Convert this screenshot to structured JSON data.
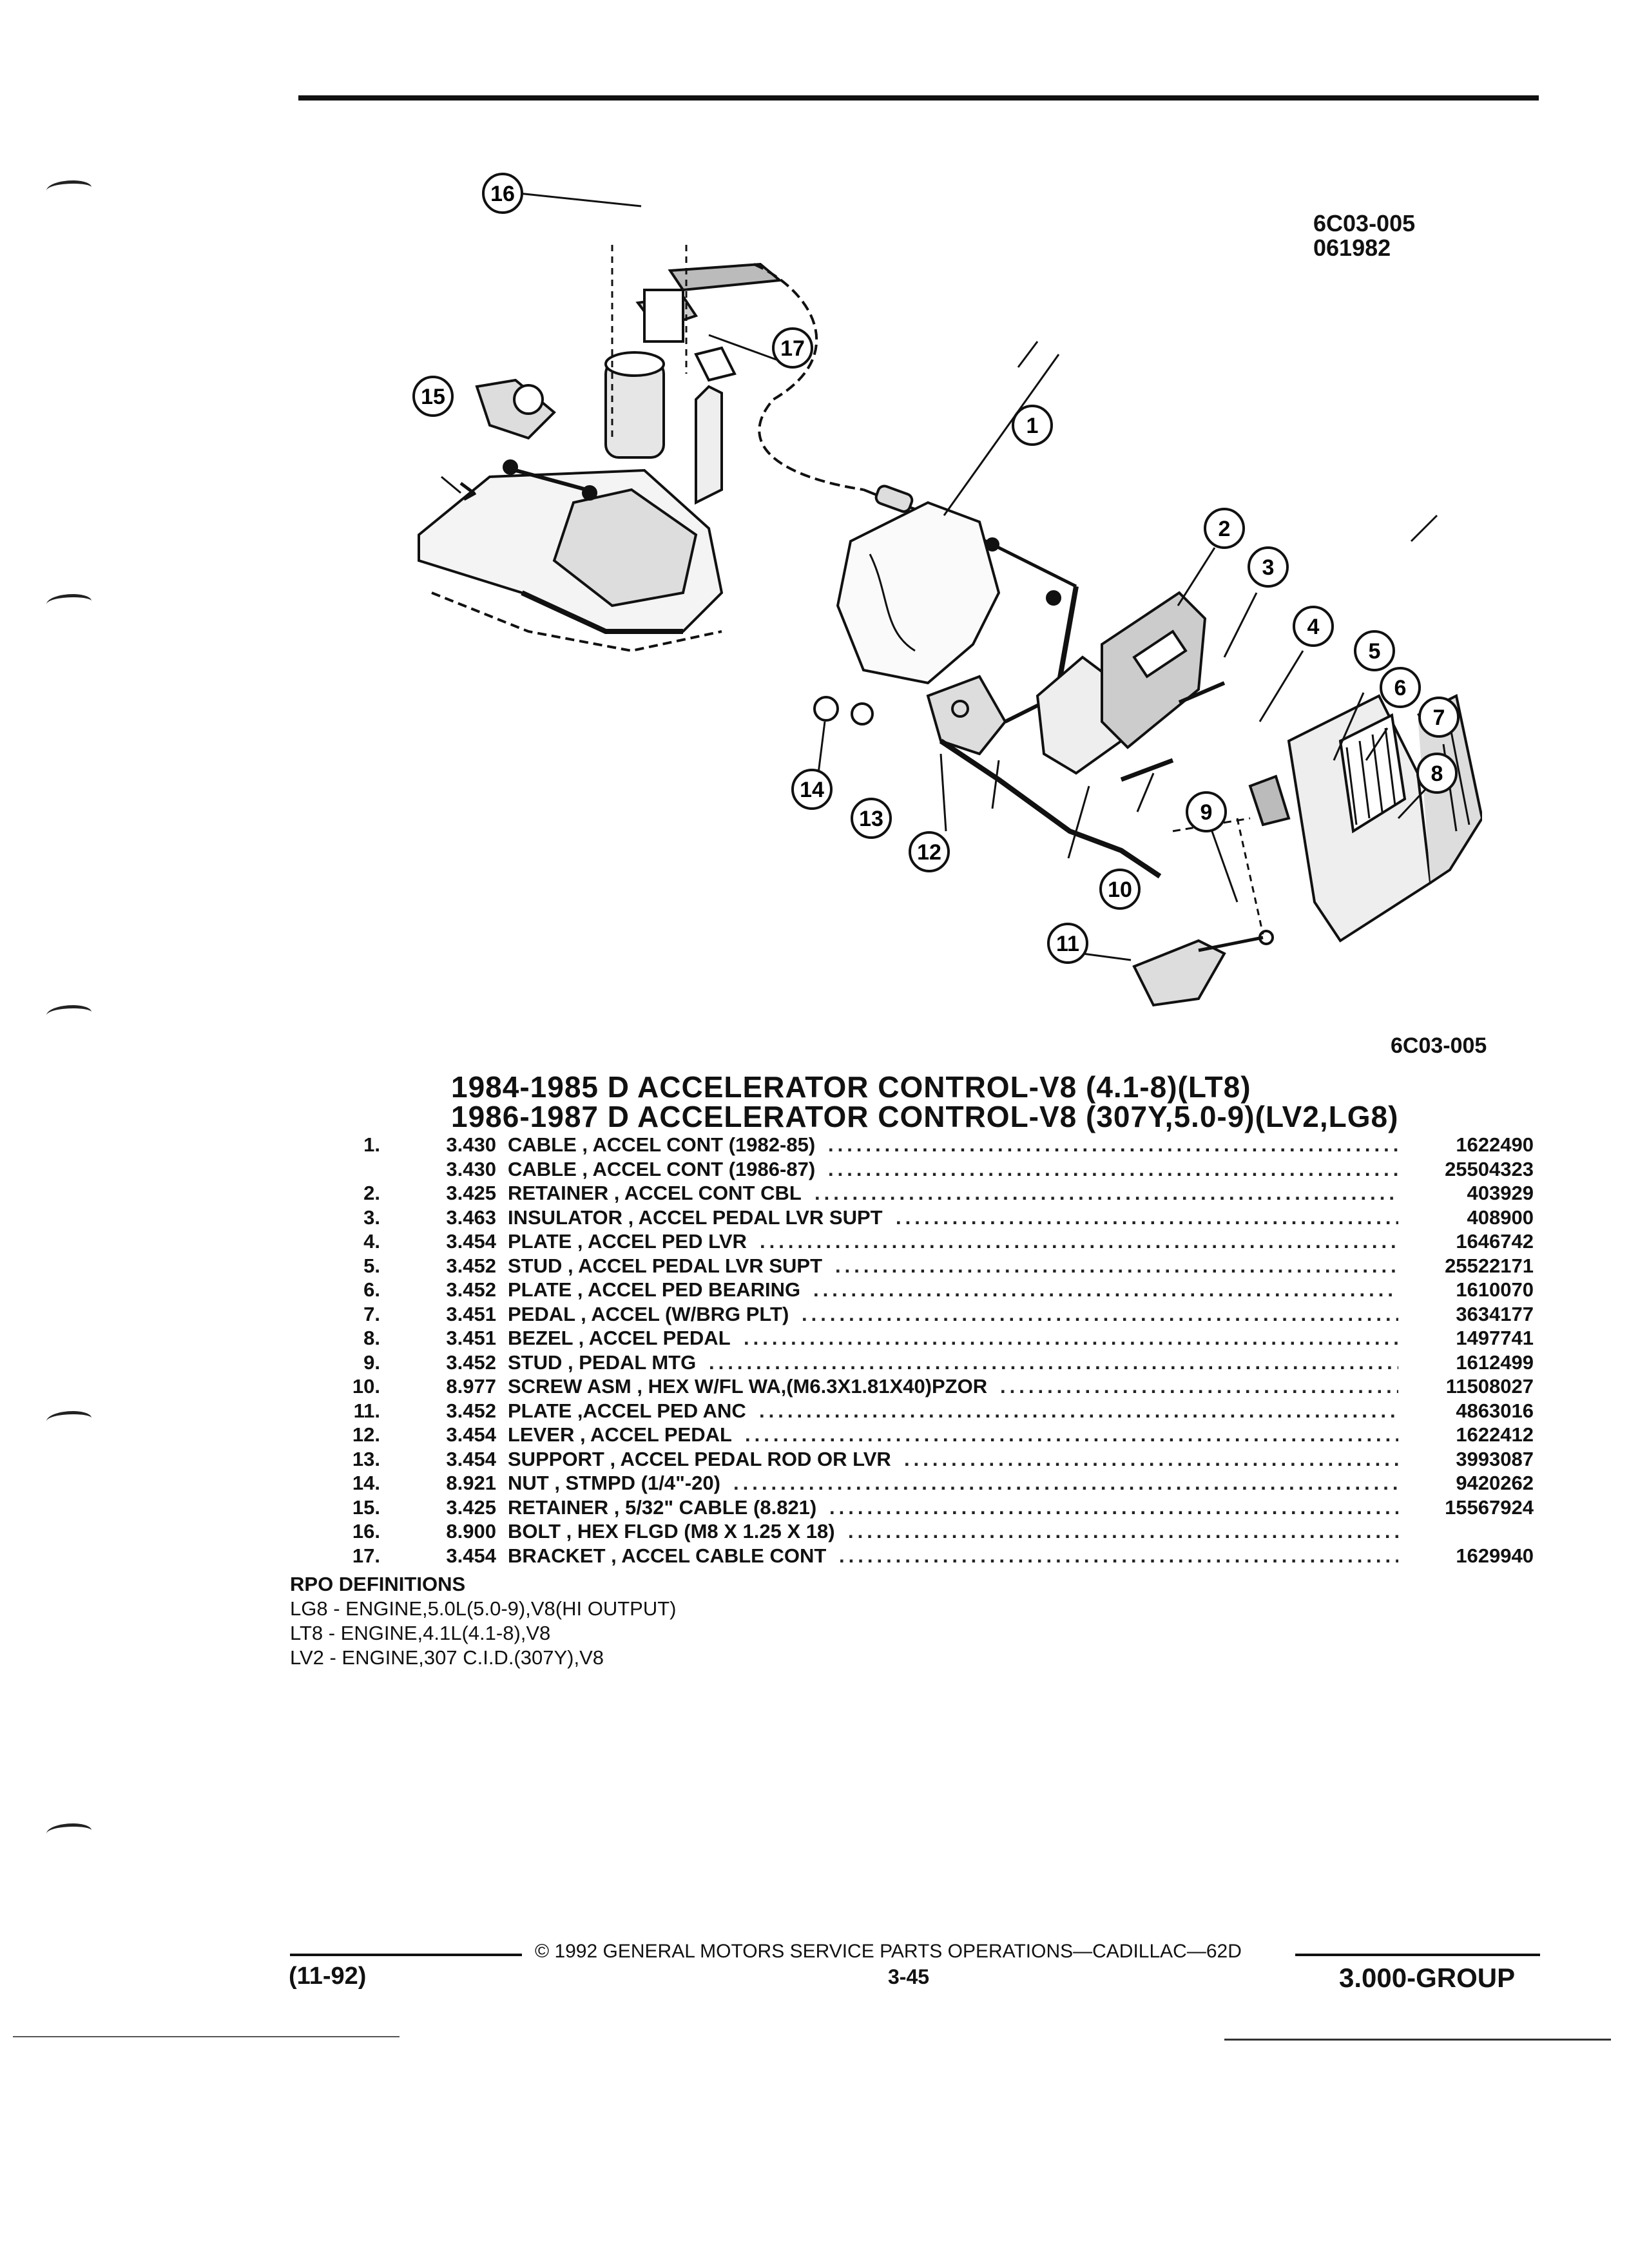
{
  "figure": {
    "code_top": "6C03-005",
    "date_code": "061982",
    "code_bottom": "6C03-005",
    "callouts": [
      "1",
      "2",
      "3",
      "4",
      "5",
      "6",
      "7",
      "8",
      "9",
      "10",
      "11",
      "12",
      "13",
      "14",
      "15",
      "16",
      "17"
    ]
  },
  "titles": [
    "1984-1985 D ACCELERATOR CONTROL-V8 (4.1-8)(LT8)",
    "1986-1987 D ACCELERATOR CONTROL-V8 (307Y,5.0-9)(LV2,LG8)"
  ],
  "parts": [
    {
      "num": "1.",
      "group": "3.430",
      "desc": "CABLE , ACCEL CONT (1982-85)",
      "pn": "1622490"
    },
    {
      "num": "",
      "group": "3.430",
      "desc": "CABLE , ACCEL CONT (1986-87)",
      "pn": "25504323"
    },
    {
      "num": "2.",
      "group": "3.425",
      "desc": "RETAINER , ACCEL CONT CBL",
      "pn": "403929"
    },
    {
      "num": "3.",
      "group": "3.463",
      "desc": "INSULATOR , ACCEL PEDAL LVR SUPT",
      "pn": "408900"
    },
    {
      "num": "4.",
      "group": "3.454",
      "desc": "PLATE , ACCEL PED LVR",
      "pn": "1646742"
    },
    {
      "num": "5.",
      "group": "3.452",
      "desc": "STUD , ACCEL PEDAL LVR SUPT",
      "pn": "25522171"
    },
    {
      "num": "6.",
      "group": "3.452",
      "desc": "PLATE , ACCEL PED BEARING",
      "pn": "1610070"
    },
    {
      "num": "7.",
      "group": "3.451",
      "desc": "PEDAL , ACCEL (W/BRG PLT)",
      "pn": "3634177"
    },
    {
      "num": "8.",
      "group": "3.451",
      "desc": "BEZEL , ACCEL PEDAL",
      "pn": "1497741"
    },
    {
      "num": "9.",
      "group": "3.452",
      "desc": "STUD , PEDAL MTG",
      "pn": "1612499"
    },
    {
      "num": "10.",
      "group": "8.977",
      "desc": "SCREW ASM , HEX W/FL WA,(M6.3X1.81X40)PZOR",
      "pn": "11508027"
    },
    {
      "num": "11.",
      "group": "3.452",
      "desc": "PLATE ,ACCEL PED ANC",
      "pn": "4863016"
    },
    {
      "num": "12.",
      "group": "3.454",
      "desc": "LEVER , ACCEL PEDAL",
      "pn": "1622412"
    },
    {
      "num": "13.",
      "group": "3.454",
      "desc": "SUPPORT , ACCEL PEDAL ROD OR LVR",
      "pn": "3993087"
    },
    {
      "num": "14.",
      "group": "8.921",
      "desc": "NUT , STMPD (1/4\"-20)",
      "pn": "9420262"
    },
    {
      "num": "15.",
      "group": "3.425",
      "desc": "RETAINER , 5/32\" CABLE (8.821)",
      "pn": "15567924"
    },
    {
      "num": "16.",
      "group": "8.900",
      "desc": "BOLT , HEX FLGD (M8 X 1.25 X 18)",
      "pn": ""
    },
    {
      "num": "17.",
      "group": "3.454",
      "desc": "BRACKET , ACCEL CABLE CONT",
      "pn": "1629940"
    }
  ],
  "rpo": {
    "heading": "RPO DEFINITIONS",
    "items": [
      "LG8 - ENGINE,5.0L(5.0-9),V8(HI OUTPUT)",
      "LT8 - ENGINE,4.1L(4.1-8),V8",
      "LV2 - ENGINE,307 C.I.D.(307Y),V8"
    ]
  },
  "footer": {
    "date": "(11-92)",
    "copyright": "© 1992 GENERAL MOTORS SERVICE PARTS OPERATIONS—CADILLAC—62D",
    "page": "3-45",
    "group": "3.000-GROUP"
  }
}
